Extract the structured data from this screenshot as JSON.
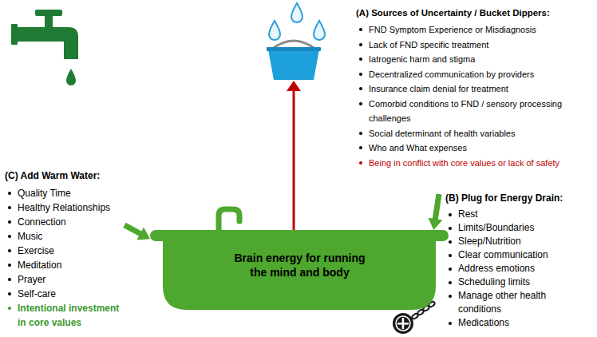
{
  "diagram": {
    "nodes": [
      {
        "text": [
          "(A) Sources of Uncertainty / Bucket Dippers:",
          "FND Symptom Experience or Misdiagnosis",
          "Lack of FND specific treatment",
          "Iatrogenic harm and stigma",
          "Decentralized communication by providers",
          "Insurance claim denial for treatment",
          "Comorbid conditions to FND / sensory processing challenges",
          "Social determinant of health variables",
          "Who and What expenses",
          "Being in conflict with core values or lack of safety"
        ]
      },
      {
        "text": [
          "(C) Add Warm Water:",
          "Quality Time",
          "Healthy Relationships",
          "Connection",
          "Music",
          "Exercise",
          "Meditation",
          "Prayer",
          "Self-care",
          "Intentional investment in core values"
        ]
      },
      {
        "text": [
          "(B) Plug for Energy Drain:",
          "Rest",
          "Limits/Boundaries",
          "Sleep/Nutrition",
          "Clear communication",
          "Address emotions",
          "Scheduling limits",
          "Manage other health conditions",
          "Medications"
        ]
      },
      {
        "text": [
          "Brain energy for running the mind and body"
        ]
      }
    ],
    "edges": [
      {
        "from": 1,
        "to": 3,
        "arrow": "to"
      },
      {
        "from": 2,
        "to": 3,
        "arrow": "to"
      }
    ]
  }
}
